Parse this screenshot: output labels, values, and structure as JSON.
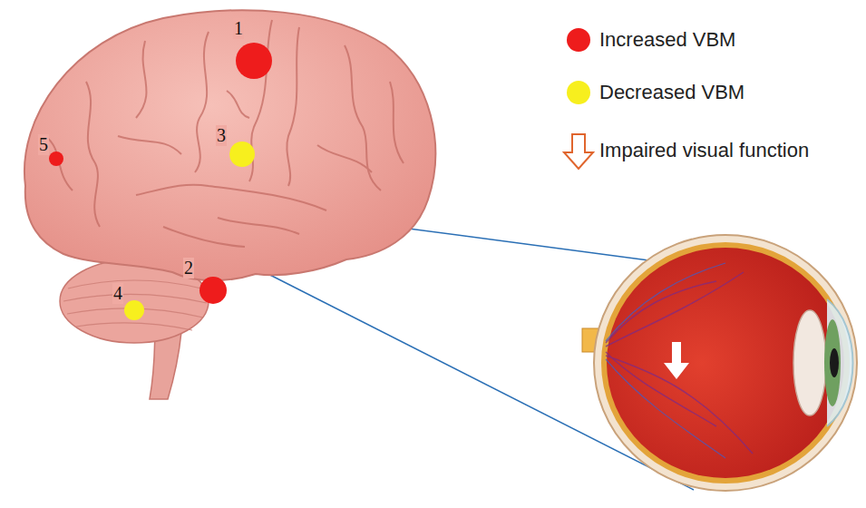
{
  "diagram": {
    "labels": [
      "1",
      "2",
      "3",
      "4",
      "5"
    ],
    "legend": [
      {
        "text": "Increased VBM",
        "color": "#ee1c1c"
      },
      {
        "text": "Decreased VBM",
        "color": "#f7ef1e"
      },
      {
        "text": "Impaired visual function"
      }
    ]
  }
}
